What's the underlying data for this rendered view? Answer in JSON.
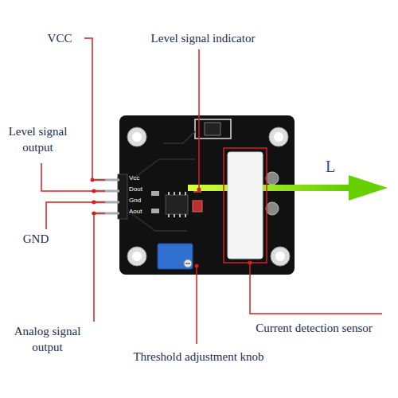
{
  "diagram": {
    "labels": [
      "VCC",
      "Level signal indicator",
      "Level signal output",
      "GND",
      "Analog signal output",
      "Threshold adjustment knob",
      "Current detection sensor",
      "L",
      "Vcc",
      "Dout",
      "Gnd",
      "Aout"
    ]
  }
}
